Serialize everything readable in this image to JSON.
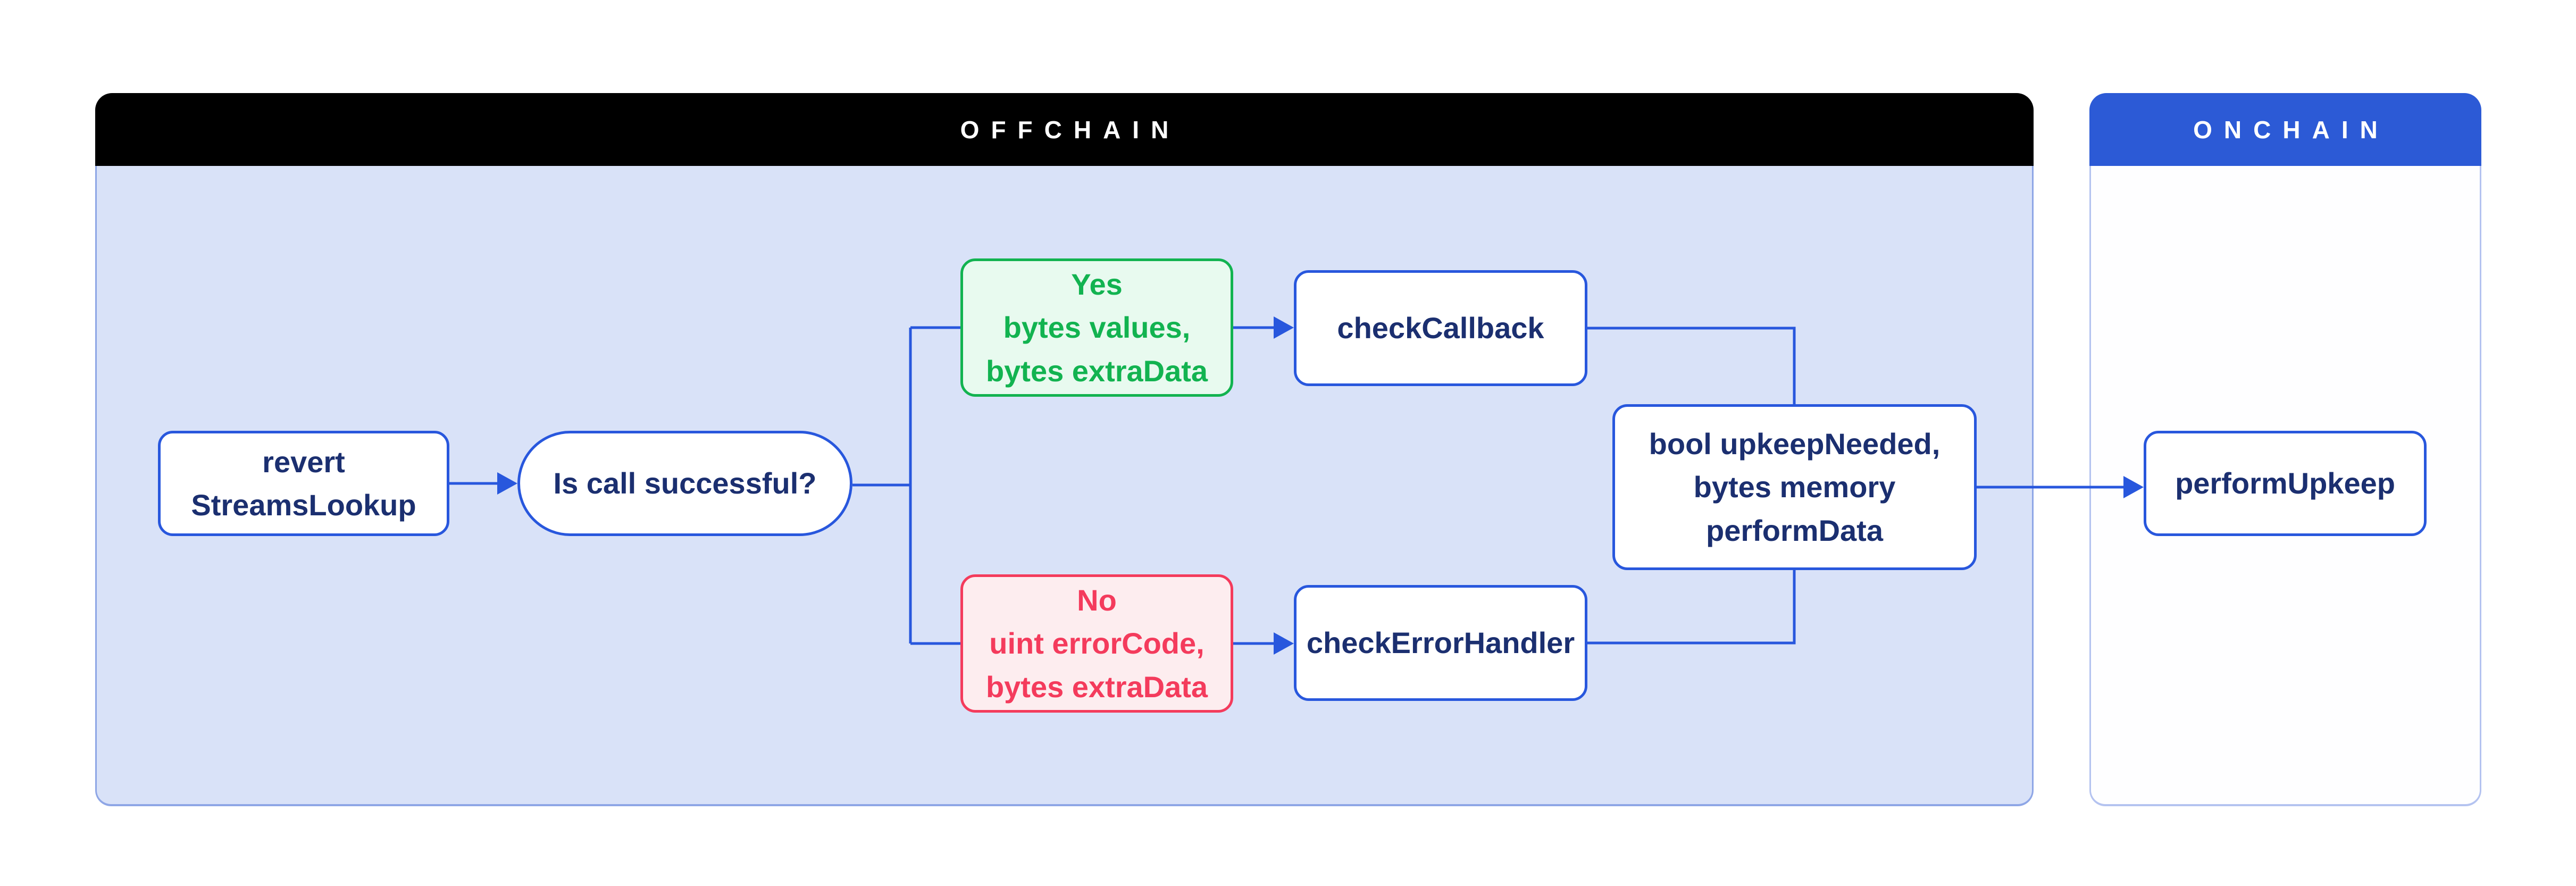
{
  "panels": {
    "offchain": {
      "title": "OFFCHAIN"
    },
    "onchain": {
      "title": "ONCHAIN"
    }
  },
  "nodes": {
    "revert": {
      "label": "revert\nStreamsLookup"
    },
    "decision": {
      "label": "Is call successful?"
    },
    "yes": {
      "label": "Yes\nbytes values,\nbytes extraData"
    },
    "check_callback": {
      "label": "checkCallback"
    },
    "no": {
      "label": "No\nuint errorCode,\nbytes extraData"
    },
    "check_error_handler": {
      "label": "checkErrorHandler"
    },
    "result": {
      "label": "bool upkeepNeeded,\nbytes memory\nperformData"
    },
    "perform_upkeep": {
      "label": "performUpkeep"
    }
  },
  "colors": {
    "offchain_header_bg": "#000000",
    "offchain_body_bg": "#d9e2f8",
    "offchain_border": "#8ea6e6",
    "onchain_header_bg": "#2c5ad6",
    "onchain_body_bg": "#fefeff",
    "onchain_border": "#b4c3f0",
    "line_blue": "#2857dd",
    "node_border": "#2857dd",
    "navy_text": "#1b2f70",
    "green": "#12b350",
    "green_bg": "#e8faef",
    "red": "#f43b5c",
    "red_bg": "#fdedef"
  }
}
